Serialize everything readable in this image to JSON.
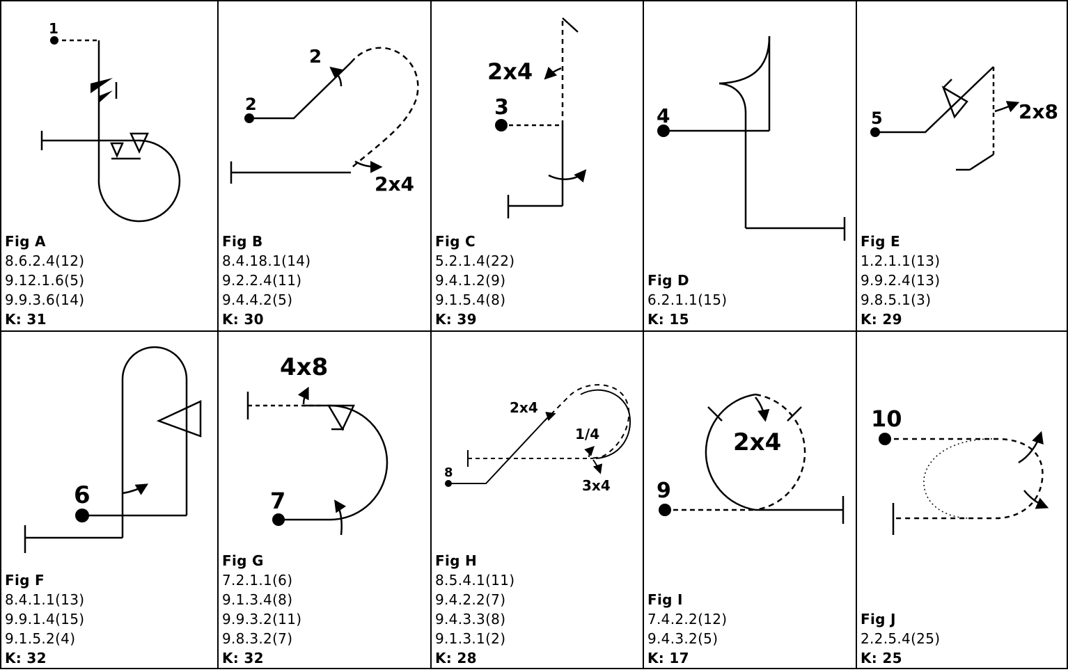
{
  "figures": [
    {
      "fig": "Fig A",
      "codes": [
        "8.6.2.4(12)",
        "9.12.1.6(5)",
        "9.9.3.6(14)"
      ],
      "k": "K: 31",
      "start": "1",
      "labels": []
    },
    {
      "fig": "Fig B",
      "codes": [
        "8.4.18.1(14)",
        "9.2.2.4(11)",
        "9.4.4.2(5)"
      ],
      "k": "K: 30",
      "start": "2",
      "labels": [
        "2",
        "2x4"
      ]
    },
    {
      "fig": "Fig C",
      "codes": [
        "5.2.1.4(22)",
        "9.4.1.2(9)",
        "9.1.5.4(8)"
      ],
      "k": "K: 39",
      "start": "3",
      "labels": [
        "2x4"
      ]
    },
    {
      "fig": "Fig D",
      "codes": [
        "6.2.1.1(15)"
      ],
      "k": "K: 15",
      "start": "4",
      "labels": []
    },
    {
      "fig": "Fig E",
      "codes": [
        "1.2.1.1(13)",
        "9.9.2.4(13)",
        "9.8.5.1(3)"
      ],
      "k": "K: 29",
      "start": "5",
      "labels": [
        "2x8"
      ]
    },
    {
      "fig": "Fig F",
      "codes": [
        "8.4.1.1(13)",
        "9.9.1.4(15)",
        "9.1.5.2(4)"
      ],
      "k": "K: 32",
      "start": "6",
      "labels": []
    },
    {
      "fig": "Fig G",
      "codes": [
        "7.2.1.1(6)",
        "9.1.3.4(8)",
        "9.9.3.2(11)",
        "9.8.3.2(7)"
      ],
      "k": "K: 32",
      "start": "7",
      "labels": [
        "4x8"
      ]
    },
    {
      "fig": "Fig H",
      "codes": [
        "8.5.4.1(11)",
        "9.4.2.2(7)",
        "9.4.3.3(8)",
        "9.1.3.1(2)"
      ],
      "k": "K: 28",
      "start": "8",
      "labels": [
        "2x4",
        "1/4",
        "3x4"
      ]
    },
    {
      "fig": "Fig I",
      "codes": [
        "7.4.2.2(12)",
        "9.4.3.2(5)"
      ],
      "k": "K: 17",
      "start": "9",
      "labels": [
        "2x4"
      ]
    },
    {
      "fig": "Fig J",
      "codes": [
        "2.2.5.4(25)"
      ],
      "k": "K: 25",
      "start": "10",
      "labels": []
    }
  ]
}
